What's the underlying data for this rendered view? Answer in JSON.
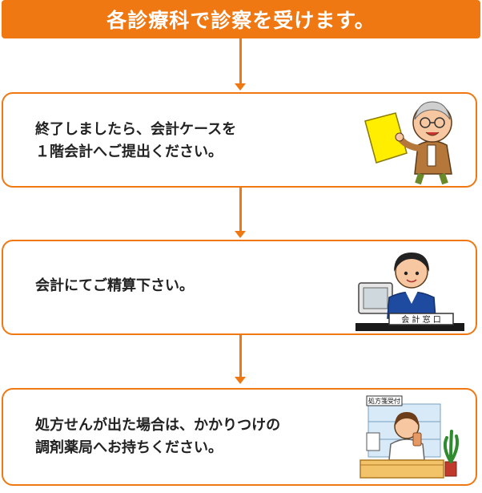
{
  "header": {
    "title": "各診療科で診察を受けます。"
  },
  "steps": [
    {
      "text": "終了しましたら、会計ケースを\n１階会計へご提出ください。",
      "illustration": "elderly-man-with-folder"
    },
    {
      "text": "会計にてご精算下さい。",
      "illustration": "cashier-at-counter"
    },
    {
      "text": "処方せんが出た場合は、かかりつけの\n調剤薬局へお持ちください。",
      "illustration": "pharmacist-at-counter"
    }
  ],
  "cashier_sign": "会 計 窓 口",
  "pharmacy_sign": "処方箋受付",
  "colors": {
    "accent": "#f07812"
  }
}
